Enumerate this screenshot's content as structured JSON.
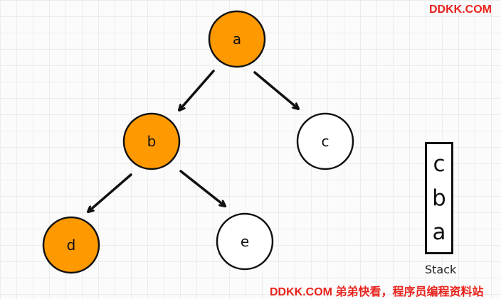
{
  "watermark": {
    "top": "DDKK.COM",
    "bottom": "DDKK.COM 弟弟快看，程序员编程资料站"
  },
  "colors": {
    "visited_fill": "#ff9900",
    "unvisited_fill": "#ffffff",
    "stroke": "#111111",
    "watermark": "#e8231c"
  },
  "tree": {
    "nodes": [
      {
        "id": "a",
        "label": "a",
        "visited": true
      },
      {
        "id": "b",
        "label": "b",
        "visited": true
      },
      {
        "id": "c",
        "label": "c",
        "visited": false
      },
      {
        "id": "d",
        "label": "d",
        "visited": true
      },
      {
        "id": "e",
        "label": "e",
        "visited": false
      }
    ],
    "edges": [
      {
        "from": "a",
        "to": "b"
      },
      {
        "from": "a",
        "to": "c"
      },
      {
        "from": "b",
        "to": "d"
      },
      {
        "from": "b",
        "to": "e"
      }
    ]
  },
  "stack": {
    "items": [
      "c",
      "b",
      "a"
    ],
    "caption": "Stack"
  }
}
